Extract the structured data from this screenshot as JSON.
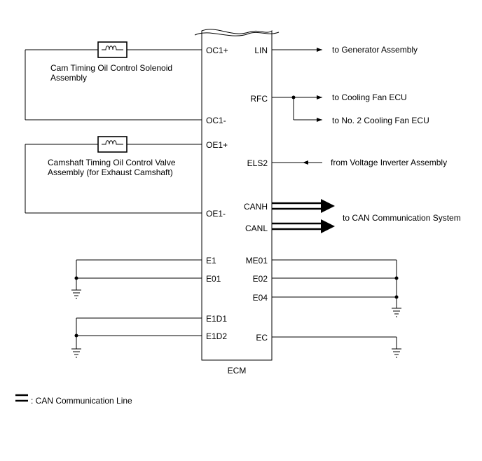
{
  "ecm": {
    "label": "ECM",
    "pins_left": [
      "OC1+",
      "OC1-",
      "OE1+",
      "OE1-",
      "E1",
      "E01",
      "E1D1",
      "E1D2"
    ],
    "pins_right": [
      "LIN",
      "RFC",
      "ELS2",
      "CANH",
      "CANL",
      "ME01",
      "E02",
      "E04",
      "EC"
    ]
  },
  "components": {
    "solenoid_1": {
      "line1": "Cam Timing Oil Control Solenoid",
      "line2": "Assembly"
    },
    "solenoid_2": {
      "line1": "Camshaft Timing Oil Control Valve",
      "line2": "Assembly (for Exhaust Camshaft)"
    }
  },
  "destinations": {
    "generator": "to Generator Assembly",
    "cooling_fan": "to Cooling Fan ECU",
    "cooling_fan_2": "to No. 2 Cooling Fan ECU",
    "inverter": "from Voltage Inverter Assembly",
    "can": "to CAN Communication System"
  },
  "legend": {
    "text": ": CAN Communication Line"
  },
  "colors": {
    "line": "#000000",
    "background": "#ffffff"
  }
}
